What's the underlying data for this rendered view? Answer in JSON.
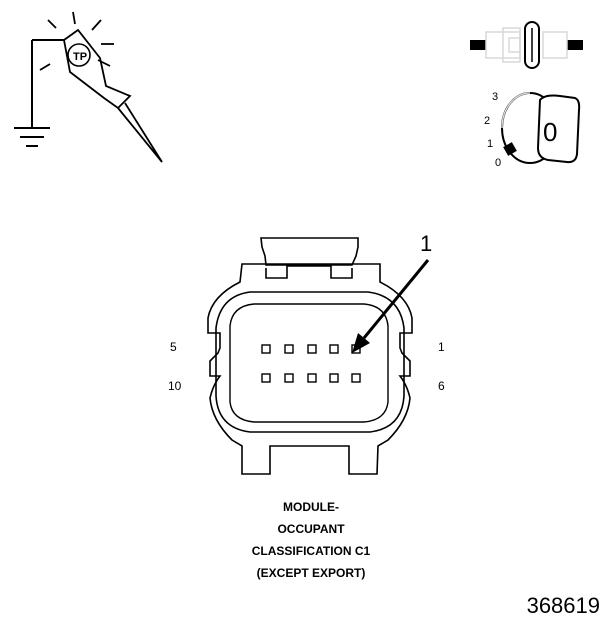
{
  "key_positions": [
    "3",
    "2",
    "1",
    "0"
  ],
  "key_cylinder_label": "0",
  "callout_number": "1",
  "pin_labels": {
    "top_left": "5",
    "bottom_left": "10",
    "top_right": "1",
    "bottom_right": "6"
  },
  "connector_caption": [
    "MODULE-",
    "OCCUPANT",
    "CLASSIFICATION C1",
    "(EXCEPT EXPORT)"
  ],
  "figure_number": "368619",
  "icons": [
    "test-light-probe-icon",
    "connector-disconnected-icon",
    "ignition-key-off-icon"
  ]
}
